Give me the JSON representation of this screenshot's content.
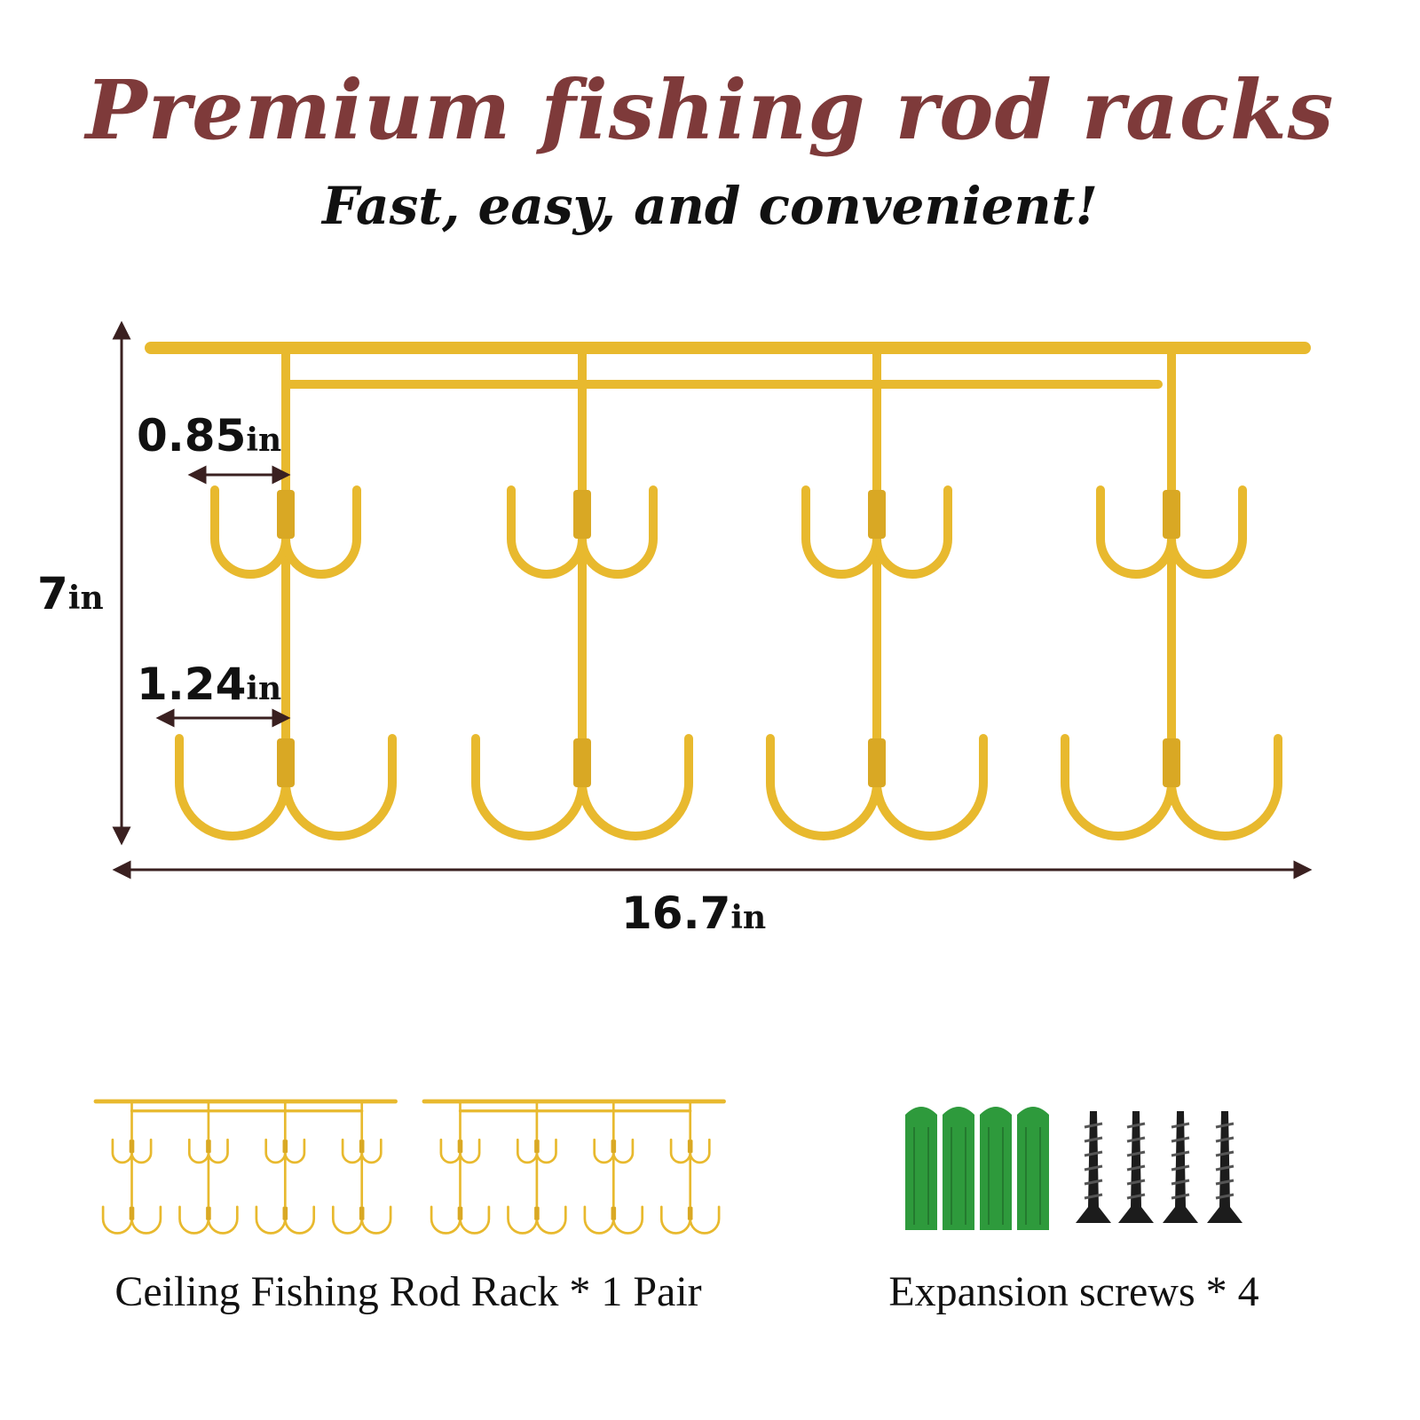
{
  "title": "Premium fishing rod racks",
  "subtitle": "Fast, easy, and convenient!",
  "dimensions": {
    "height": {
      "value": "7",
      "unit": "in"
    },
    "width": {
      "value": "16.7",
      "unit": "in"
    },
    "top_hook": {
      "value": "0.85",
      "unit": "in"
    },
    "bottom_hook": {
      "value": "1.24",
      "unit": "in"
    }
  },
  "package": {
    "rack_caption": "Ceiling Fishing Rod Rack * 1 Pair",
    "screws_caption": "Expansion screws * 4"
  },
  "colors": {
    "rack_gold": "#e8b92e",
    "title_maroon": "#7e3a3a",
    "anchor_green": "#2e9a3c",
    "screw_black": "#1c1c1c"
  }
}
